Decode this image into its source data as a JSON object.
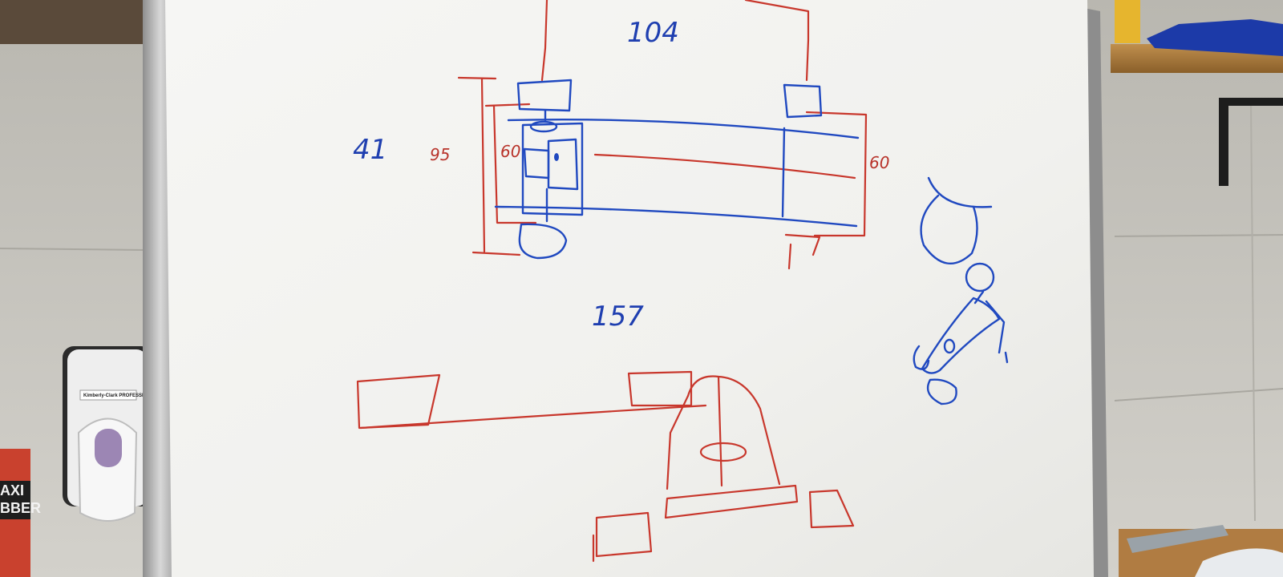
{
  "whiteboard": {
    "dimensions_top": {
      "width_label": "104",
      "left_label": "41",
      "outer_height_label": "95",
      "inner_height_label": "60",
      "right_height_label": "60"
    },
    "dimension_middle": "157"
  },
  "soap_dispenser": {
    "brand_label": "Kimberly-Clark PROFESSIONAL"
  },
  "can_label": "AXI\nBBER",
  "colors": {
    "marker_blue": "#2049c0",
    "marker_red": "#c8372c",
    "board": "#f4f4f1",
    "wall": "#c9c8c2",
    "shelf": "#a97a3c"
  }
}
